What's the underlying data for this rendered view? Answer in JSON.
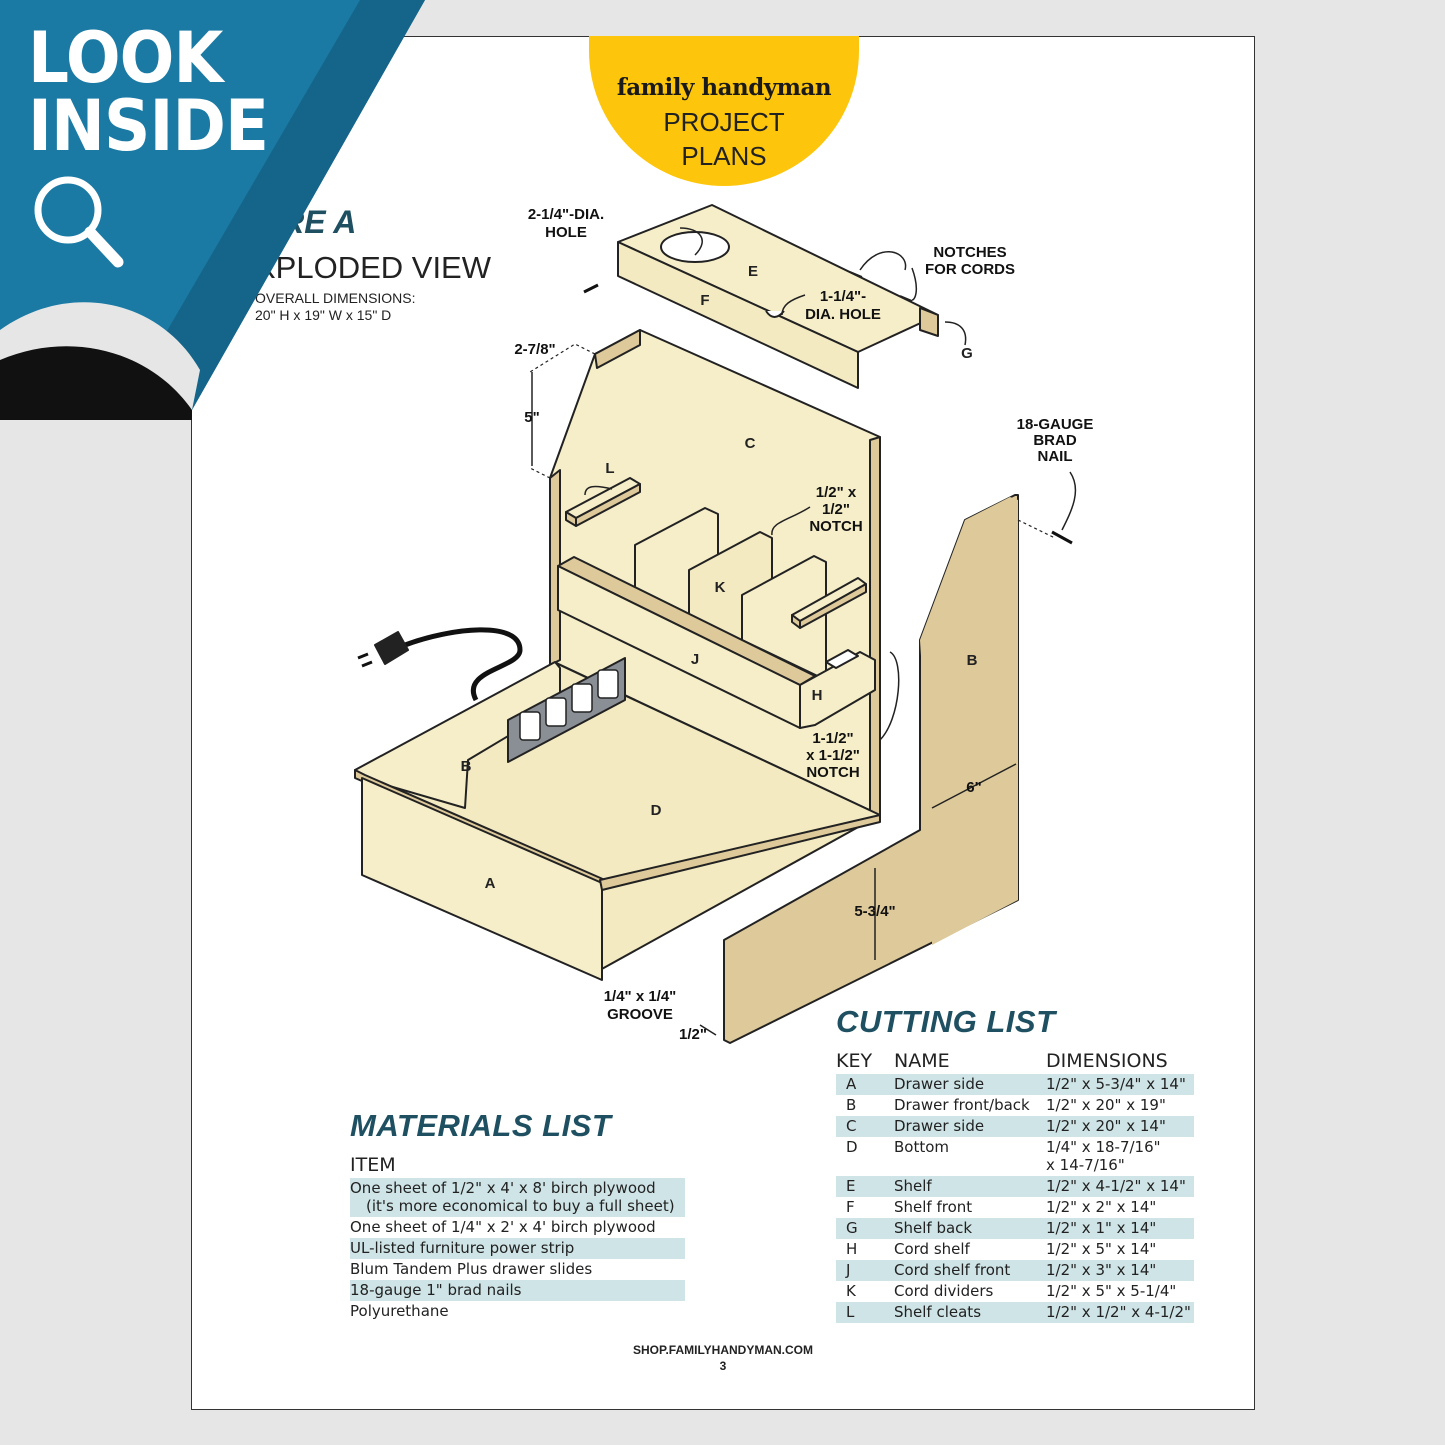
{
  "badge": {
    "brand": "family handyman",
    "line1": "PROJECT",
    "line2": "PLANS"
  },
  "corner": {
    "line1": "LOOK",
    "line2": "INSIDE",
    "icon": "magnifier-icon"
  },
  "figure": {
    "title": "URE A",
    "subtitle": "XPLODED VIEW",
    "dims_label": "OVERALL DIMENSIONS:",
    "dims_value": "20\" H x 19\" W x 15\" D"
  },
  "callouts": {
    "hole_big_1": "2-1/4\"-DIA.",
    "hole_big_2": "HOLE",
    "notches_1": "NOTCHES",
    "notches_2": "FOR CORDS",
    "hole_small_1": "1-1/4\"-",
    "hole_small_2": "DIA. HOLE",
    "dim_278": "2-7/8\"",
    "dim_5": "5\"",
    "brad_1": "18-GAUGE",
    "brad_2": "BRAD",
    "brad_3": "NAIL",
    "notch_half_1": "1/2\" x",
    "notch_half_2": "1/2\"",
    "notch_half_3": "NOTCH",
    "notch_big_1": "1-1/2\"",
    "notch_big_2": "x 1-1/2\"",
    "notch_big_3": "NOTCH",
    "dim_6": "6\"",
    "dim_534": "5-3/4\"",
    "groove_1": "1/4\" x 1/4\"",
    "groove_2": "GROOVE",
    "dim_half": "1/2\""
  },
  "parts": {
    "a": "A",
    "b1": "B",
    "b2": "B",
    "c": "C",
    "d": "D",
    "e": "E",
    "f": "F",
    "g": "G",
    "h": "H",
    "j": "J",
    "k": "K",
    "l": "L"
  },
  "materials": {
    "title": "MATERIALS LIST",
    "header": "ITEM",
    "items": [
      {
        "line1": "One sheet of 1/2\" x 4' x 8' birch plywood",
        "line2": "(it's more economical to buy a full sheet)"
      },
      {
        "line1": "One sheet of 1/4\" x 2' x 4' birch plywood"
      },
      {
        "line1": "UL-listed furniture power strip"
      },
      {
        "line1": "Blum Tandem Plus drawer slides"
      },
      {
        "line1": "18-gauge 1\" brad nails"
      },
      {
        "line1": "Polyurethane"
      }
    ]
  },
  "cutting": {
    "title": "CUTTING LIST",
    "headers": {
      "key": "KEY",
      "name": "NAME",
      "dims": "DIMENSIONS"
    },
    "rows": [
      {
        "key": "A",
        "name": "Drawer side",
        "dims": "1/2\" x 5-3/4\" x 14\""
      },
      {
        "key": "B",
        "name": "Drawer front/back",
        "dims": "1/2\" x 20\" x 19\""
      },
      {
        "key": "C",
        "name": "Drawer side",
        "dims": "1/2\" x 20\" x 14\""
      },
      {
        "key": "D",
        "name": "Bottom",
        "dims": "1/4\" x 18-7/16\"",
        "dims2": "x 14-7/16\""
      },
      {
        "key": "E",
        "name": "Shelf",
        "dims": "1/2\" x 4-1/2\" x 14\""
      },
      {
        "key": "F",
        "name": "Shelf front",
        "dims": "1/2\" x 2\" x 14\""
      },
      {
        "key": "G",
        "name": "Shelf back",
        "dims": "1/2\" x 1\" x 14\""
      },
      {
        "key": "H",
        "name": "Cord shelf",
        "dims": "1/2\" x 5\" x 14\""
      },
      {
        "key": "J",
        "name": "Cord shelf front",
        "dims": "1/2\" x 3\" x 14\""
      },
      {
        "key": "K",
        "name": "Cord dividers",
        "dims": "1/2\" x 5\" x 5-1/4\""
      },
      {
        "key": "L",
        "name": "Shelf cleats",
        "dims": "1/2\" x 1/2\" x 4-1/2\""
      }
    ]
  },
  "footer": {
    "url": "SHOP.FAMILYHANDYMAN.COM",
    "page": "3"
  },
  "colors": {
    "badge": "#fdc60c",
    "accent": "#1e5062",
    "banner": "#1a7aa4",
    "wood": "#f6eec9",
    "wood_dark": "#ddc99a",
    "row_shade": "#cfe4e6"
  }
}
